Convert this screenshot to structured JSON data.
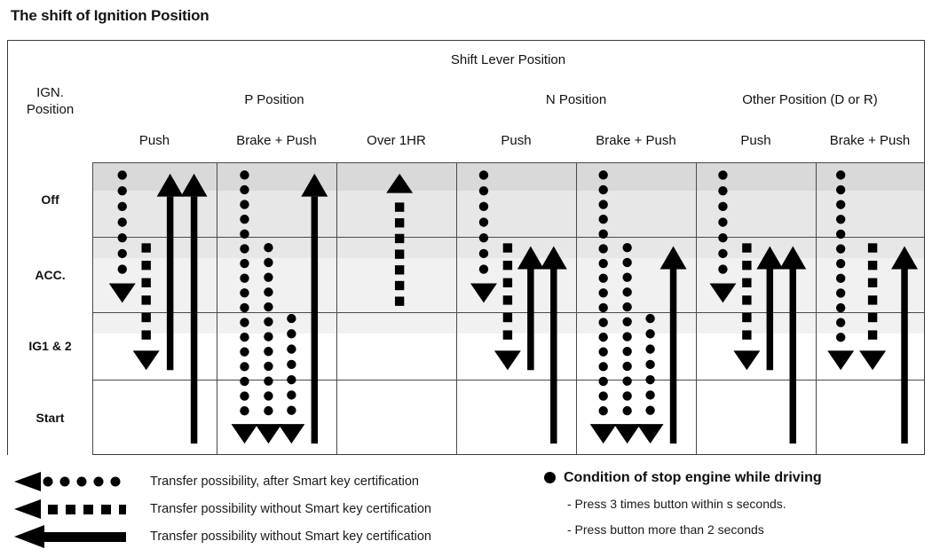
{
  "page": {
    "title": "The shift of Ignition Position"
  },
  "table": {
    "corner_label": "IGN.\nPosition",
    "corner_label_line1": "IGN.",
    "corner_label_line2": "Position",
    "top_group": "Shift Lever Position",
    "groups": [
      {
        "label": "P Position",
        "span": 3
      },
      {
        "label": "N Position",
        "span": 2
      },
      {
        "label": "Other Position (D or R)",
        "span": 2
      }
    ],
    "columns": [
      "Push",
      "Brake + Push",
      "Over 1HR",
      "Push",
      "Brake + Push",
      "Push",
      "Brake + Push"
    ],
    "rows": [
      {
        "label": "Off",
        "band_color": "#d5d5d5"
      },
      {
        "label": "ACC.",
        "band_color": "#d9d9d9"
      },
      {
        "label": "IG1 & 2",
        "band_color": "#e7e7e7"
      },
      {
        "label": "Start",
        "band_color": "#f1f1f1"
      }
    ]
  },
  "chart_data": {
    "type": "table",
    "title": "The shift of Ignition Position",
    "row_axis": "IGN. Position",
    "column_axis": "Shift Lever Position",
    "row_levels": [
      "Off",
      "ACC.",
      "IG1 & 2",
      "Start"
    ],
    "column_levels": [
      "P Position / Push",
      "P Position / Brake + Push",
      "P Position / Over 1HR",
      "N Position / Push",
      "N Position / Brake + Push",
      "Other Position (D or R) / Push",
      "Other Position (D or R) / Brake + Push"
    ],
    "arrow_styles": {
      "dotted": "Transfer possibility, after Smart key certification",
      "dashed": "Transfer possibility without Smart key certification",
      "solid": "Transfer possibility without Smart key certification"
    },
    "transitions": [
      {
        "column": 0,
        "style": "dotted",
        "direction": "down",
        "from": "Off",
        "to": "ACC."
      },
      {
        "column": 0,
        "style": "dashed",
        "direction": "down",
        "from": "ACC.",
        "to": "IG1 & 2"
      },
      {
        "column": 0,
        "style": "solid",
        "direction": "up",
        "from": "IG1 & 2",
        "to": "Off"
      },
      {
        "column": 0,
        "style": "solid",
        "direction": "up",
        "from": "Start",
        "to": "Off"
      },
      {
        "column": 1,
        "style": "dotted",
        "direction": "down",
        "from": "Off",
        "to": "Start"
      },
      {
        "column": 1,
        "style": "dotted",
        "direction": "down",
        "from": "ACC.",
        "to": "Start"
      },
      {
        "column": 1,
        "style": "dotted",
        "direction": "down",
        "from": "IG1 & 2",
        "to": "Start"
      },
      {
        "column": 1,
        "style": "solid",
        "direction": "up",
        "from": "Start",
        "to": "Off"
      },
      {
        "column": 2,
        "style": "dashed",
        "direction": "up",
        "from": "ACC.",
        "to": "Off"
      },
      {
        "column": 3,
        "style": "dotted",
        "direction": "down",
        "from": "Off",
        "to": "ACC."
      },
      {
        "column": 3,
        "style": "dashed",
        "direction": "down",
        "from": "ACC.",
        "to": "IG1 & 2"
      },
      {
        "column": 3,
        "style": "solid",
        "direction": "up",
        "from": "IG1 & 2",
        "to": "ACC."
      },
      {
        "column": 3,
        "style": "solid",
        "direction": "up",
        "from": "Start",
        "to": "ACC."
      },
      {
        "column": 4,
        "style": "dotted",
        "direction": "down",
        "from": "Off",
        "to": "Start"
      },
      {
        "column": 4,
        "style": "dotted",
        "direction": "down",
        "from": "ACC.",
        "to": "Start"
      },
      {
        "column": 4,
        "style": "dotted",
        "direction": "down",
        "from": "IG1 & 2",
        "to": "Start"
      },
      {
        "column": 4,
        "style": "solid",
        "direction": "up",
        "from": "Start",
        "to": "ACC."
      },
      {
        "column": 5,
        "style": "dotted",
        "direction": "down",
        "from": "Off",
        "to": "ACC."
      },
      {
        "column": 5,
        "style": "dashed",
        "direction": "down",
        "from": "ACC.",
        "to": "IG1 & 2"
      },
      {
        "column": 5,
        "style": "solid",
        "direction": "up",
        "from": "IG1 & 2",
        "to": "ACC."
      },
      {
        "column": 5,
        "style": "solid",
        "direction": "up",
        "from": "Start",
        "to": "ACC."
      },
      {
        "column": 6,
        "style": "dotted",
        "direction": "down",
        "from": "Off",
        "to": "IG1 & 2"
      },
      {
        "column": 6,
        "style": "dashed",
        "direction": "down",
        "from": "ACC.",
        "to": "IG1 & 2"
      },
      {
        "column": 6,
        "style": "solid",
        "direction": "up",
        "from": "Start",
        "to": "ACC."
      }
    ]
  },
  "legend": {
    "items": [
      {
        "style": "dotted",
        "text": "Transfer possibility, after Smart key certification"
      },
      {
        "style": "dashed",
        "text": "Transfer possibility without Smart key certification"
      },
      {
        "style": "solid",
        "text": "Transfer possibility without Smart key certification"
      }
    ],
    "note": {
      "heading": "Condition of stop engine while driving",
      "lines": [
        "- Press 3 times button within s seconds.",
        "- Press button more than 2 seconds"
      ]
    }
  },
  "colors": {
    "ink": "#000000",
    "border": "#4a4a4a",
    "band_off": "#d5d5d5",
    "band_acc": "#d9d9d9",
    "band_ig": "#e7e7e7",
    "band_start": "#f1f1f1"
  }
}
